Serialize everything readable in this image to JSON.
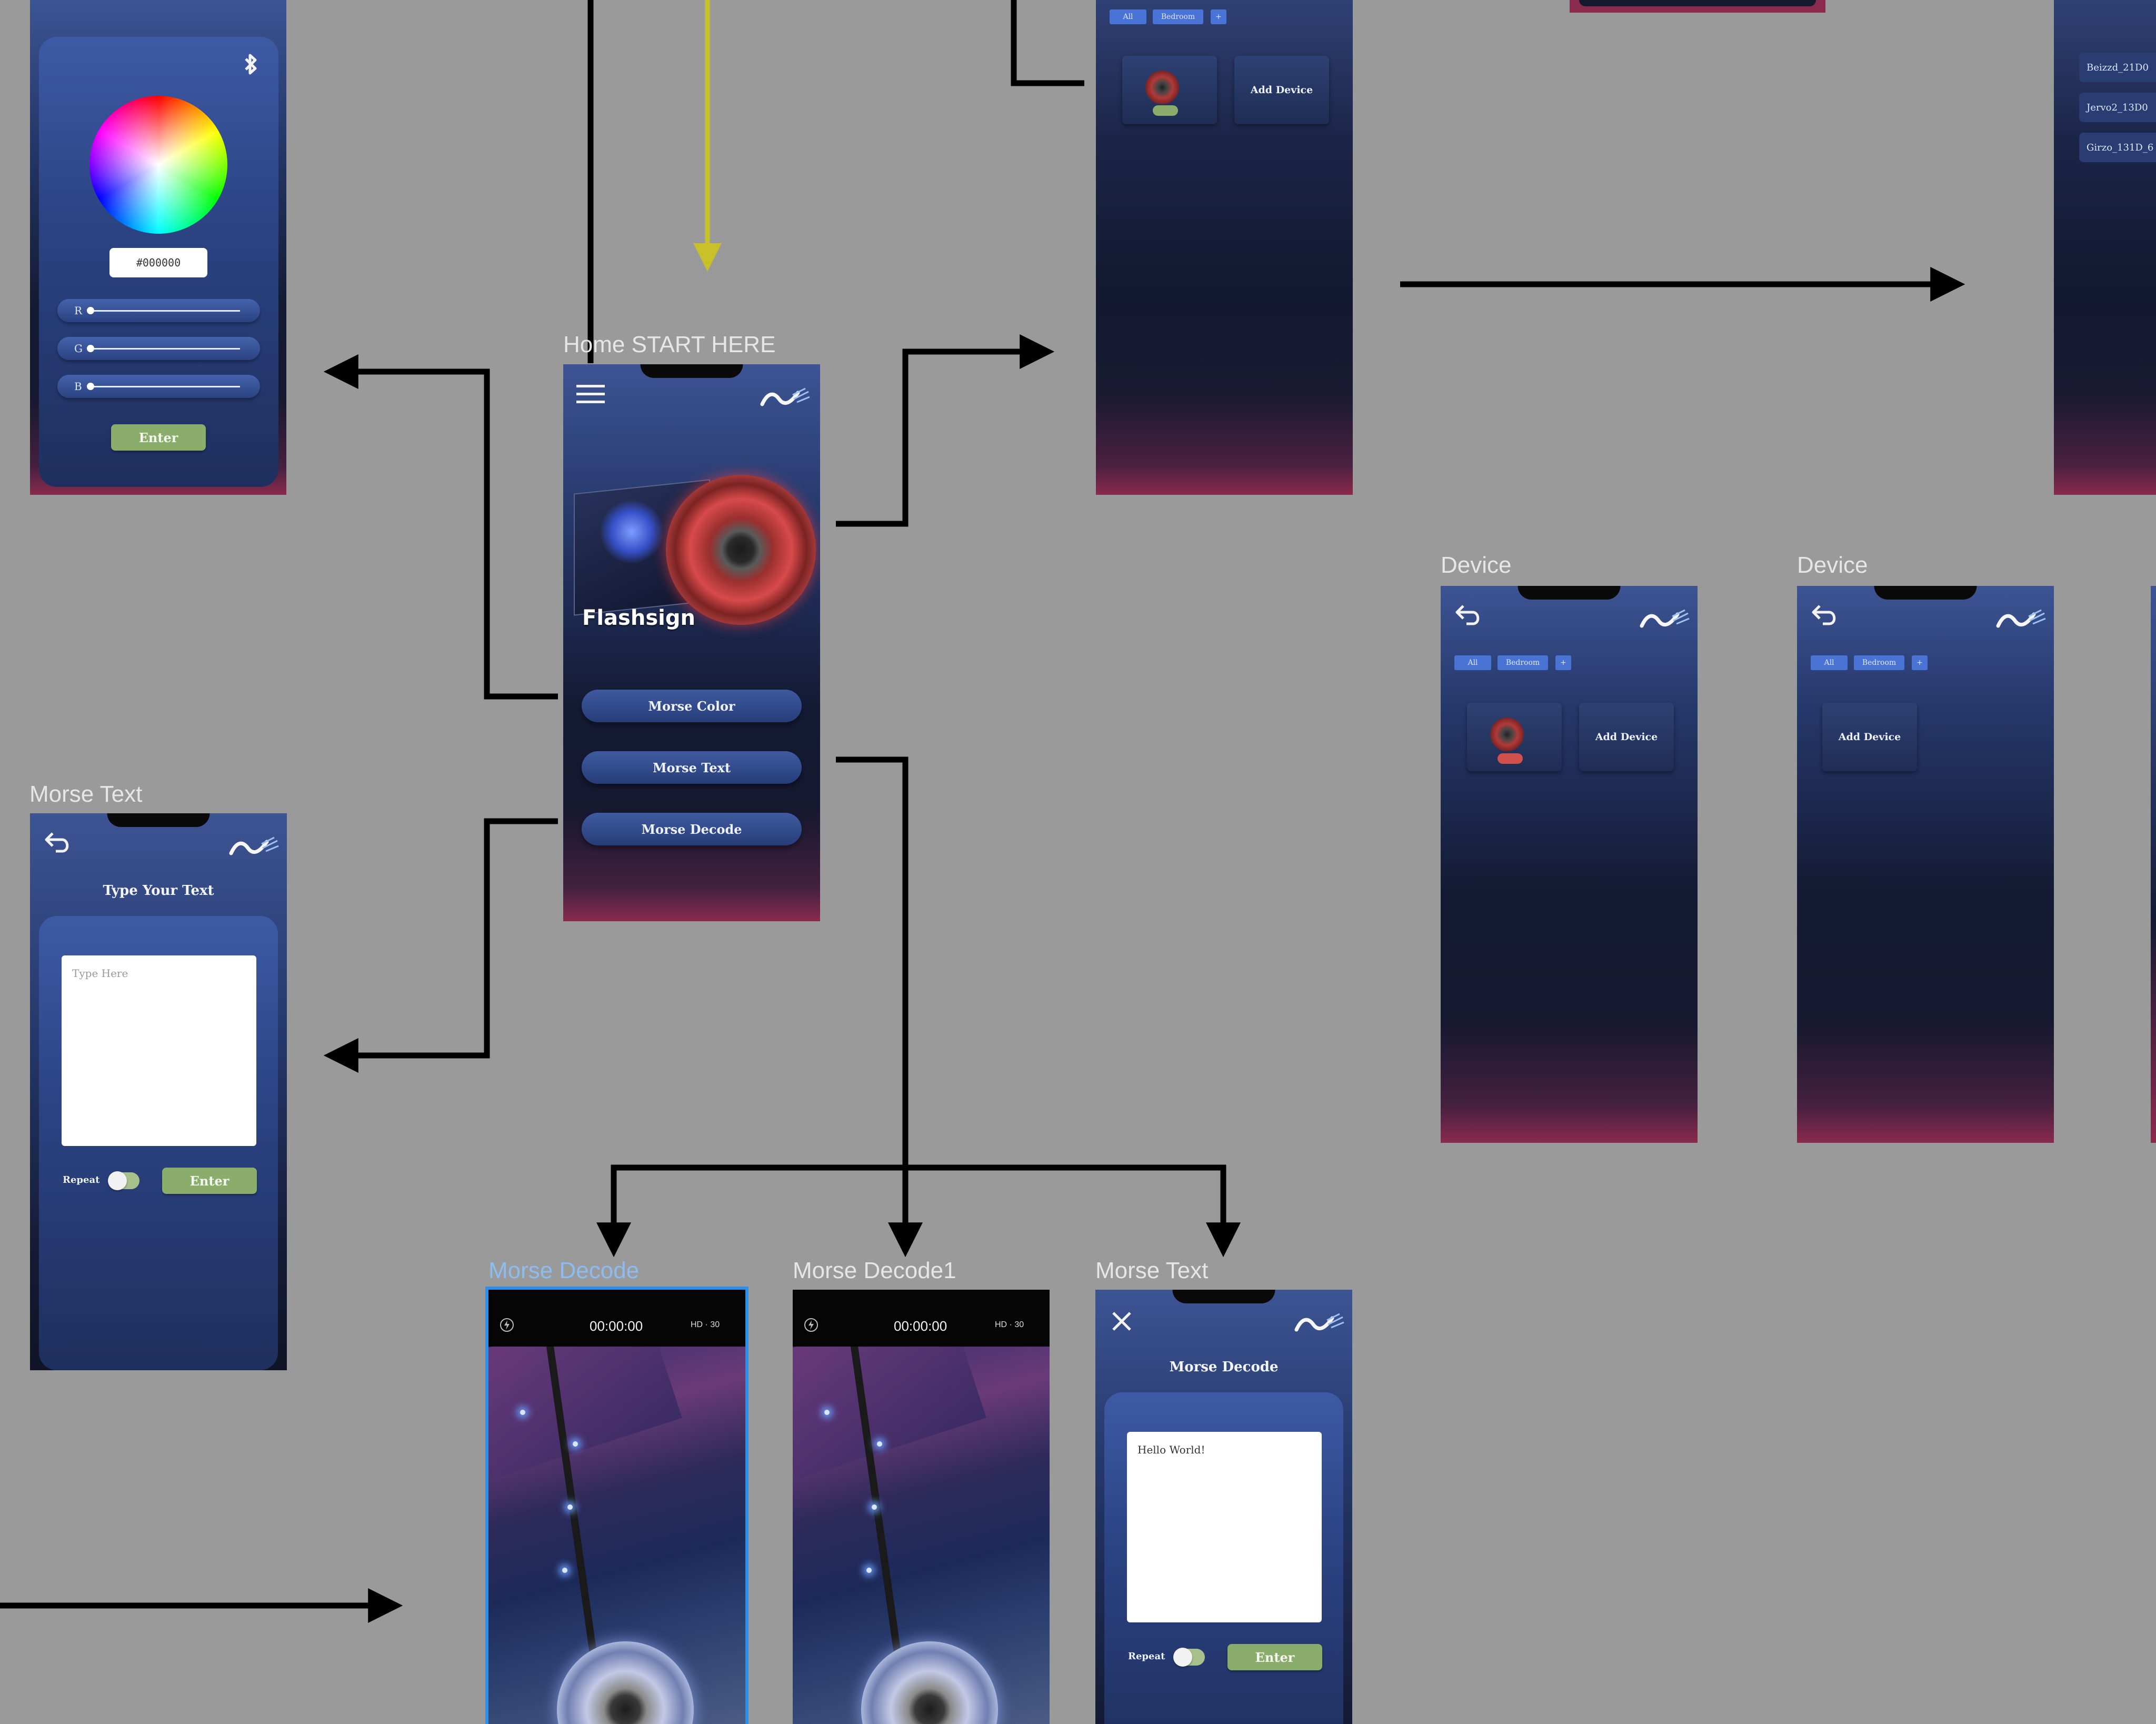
{
  "canvas": {
    "frame_labels": {
      "home": "Home START HERE",
      "morse_text_left": "Morse Text",
      "device_1": "Device",
      "device_2": "Device",
      "morse_decode": "Morse Decode",
      "morse_decode1": "Morse Decode1",
      "morse_text_bottom": "Morse Text"
    }
  },
  "home": {
    "brand": "Flashsign",
    "buttons": [
      "Morse Color",
      "Morse Text",
      "Morse Decode"
    ]
  },
  "color_screen": {
    "hex_value": "#000000",
    "sliders": [
      "R",
      "G",
      "B"
    ],
    "enter_label": "Enter"
  },
  "morse_text_left": {
    "title": "Type Your Text",
    "placeholder": "Type Here",
    "repeat_label": "Repeat",
    "enter_label": "Enter"
  },
  "device_list_top": {
    "chips": [
      "All",
      "Bedroom",
      "+"
    ],
    "add_device": "Add Device"
  },
  "device_1": {
    "chips": [
      "All",
      "Bedroom",
      "+"
    ],
    "add_device": "Add Device"
  },
  "device_2": {
    "chips": [
      "All",
      "Bedroom",
      "+"
    ],
    "add_device": "Add Device"
  },
  "bluetooth_list": {
    "items": [
      "Beizzd_21D0",
      "Jervo2_13D0",
      "Girzo_131D_6"
    ]
  },
  "camera_1": {
    "timer": "00:00:00",
    "quality": "HD · 30"
  },
  "camera_2": {
    "timer": "00:00:00",
    "quality": "HD · 30"
  },
  "morse_decode_screen": {
    "title": "Morse Decode",
    "text_value": "Hello World!",
    "repeat_label": "Repeat",
    "enter_label": "Enter"
  },
  "colors": {
    "canvas": "#9a9a9a",
    "accent_green": "#8aad6c",
    "chip_blue": "#4a73d6",
    "arrow_yellow": "#c9c12a",
    "selection_blue": "#2f8fe6"
  }
}
